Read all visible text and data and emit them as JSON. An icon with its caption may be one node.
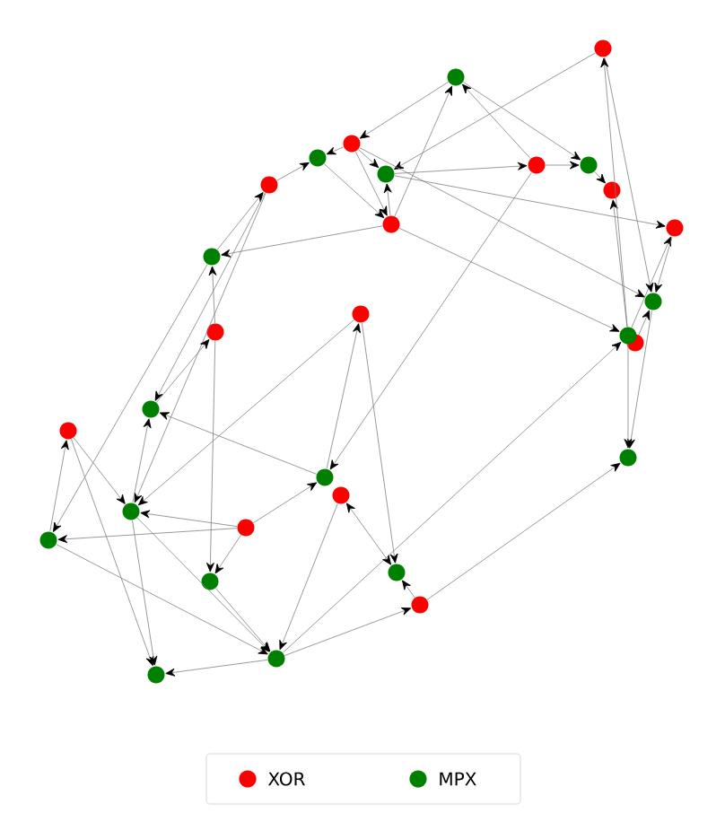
{
  "diagram": {
    "nodes": [
      {
        "text": [],
        "shape": "circle"
      },
      {
        "text": [],
        "shape": "circle"
      },
      {
        "text": [],
        "shape": "circle"
      },
      {
        "text": [],
        "shape": "circle"
      },
      {
        "text": [],
        "shape": "circle"
      },
      {
        "text": [],
        "shape": "circle"
      },
      {
        "text": [],
        "shape": "circle"
      },
      {
        "text": [],
        "shape": "circle"
      },
      {
        "text": [],
        "shape": "circle"
      },
      {
        "text": [],
        "shape": "circle"
      },
      {
        "text": [],
        "shape": "circle"
      },
      {
        "text": [],
        "shape": "circle"
      },
      {
        "text": [],
        "shape": "circle"
      },
      {
        "text": [],
        "shape": "circle"
      },
      {
        "text": [],
        "shape": "circle"
      },
      {
        "text": [],
        "shape": "circle"
      },
      {
        "text": [],
        "shape": "circle"
      },
      {
        "text": [],
        "shape": "circle"
      },
      {
        "text": [],
        "shape": "circle"
      },
      {
        "text": [],
        "shape": "circle"
      },
      {
        "text": [],
        "shape": "circle"
      },
      {
        "text": [],
        "shape": "circle"
      },
      {
        "text": [],
        "shape": "circle"
      },
      {
        "text": [],
        "shape": "circle"
      },
      {
        "text": [],
        "shape": "circle"
      },
      {
        "text": [],
        "shape": "circle"
      },
      {
        "text": [],
        "shape": "circle"
      },
      {
        "text": [],
        "shape": "circle"
      },
      {
        "text": [],
        "shape": "circle"
      },
      {
        "text": [],
        "shape": "circle"
      }
    ],
    "edges": [
      {
        "from": 1,
        "to": 2,
        "arrow": "to"
      },
      {
        "from": 2,
        "to": 6,
        "arrow": "to"
      },
      {
        "from": 0,
        "to": 6,
        "arrow": "to"
      },
      {
        "from": 6,
        "to": 4,
        "arrow": "to"
      },
      {
        "from": 4,
        "to": 1,
        "arrow": "to"
      },
      {
        "from": 9,
        "to": 1,
        "arrow": "to"
      },
      {
        "from": 2,
        "to": 9,
        "arrow": "to"
      },
      {
        "from": 9,
        "to": 6,
        "arrow": "to"
      },
      {
        "from": 4,
        "to": 5,
        "arrow": "to"
      },
      {
        "from": 1,
        "to": 5,
        "arrow": "to"
      },
      {
        "from": 5,
        "to": 8,
        "arrow": "to"
      },
      {
        "from": 6,
        "to": 10,
        "arrow": "to"
      },
      {
        "from": 16,
        "to": 10,
        "arrow": "to"
      },
      {
        "from": 9,
        "to": 16,
        "arrow": "to"
      },
      {
        "from": 2,
        "to": 12,
        "arrow": "to"
      },
      {
        "from": 16,
        "to": 8,
        "arrow": "to"
      },
      {
        "from": 0,
        "to": 12,
        "arrow": "to"
      },
      {
        "from": 16,
        "to": 0,
        "arrow": "to"
      },
      {
        "from": 10,
        "to": 12,
        "arrow": "to"
      },
      {
        "from": 12,
        "to": 19,
        "arrow": "to"
      },
      {
        "from": 16,
        "to": 19,
        "arrow": "to"
      },
      {
        "from": 27,
        "to": 19,
        "arrow": "to"
      },
      {
        "from": 28,
        "to": 16,
        "arrow": "to"
      },
      {
        "from": 2,
        "to": 3,
        "arrow": "to"
      },
      {
        "from": 7,
        "to": 3,
        "arrow": "to"
      },
      {
        "from": 3,
        "to": 9,
        "arrow": "to"
      },
      {
        "from": 11,
        "to": 7,
        "arrow": "to"
      },
      {
        "from": 9,
        "to": 11,
        "arrow": "to"
      },
      {
        "from": 11,
        "to": 24,
        "arrow": "to"
      },
      {
        "from": 7,
        "to": 17,
        "arrow": "to"
      },
      {
        "from": 7,
        "to": 22,
        "arrow": "to"
      },
      {
        "from": 17,
        "to": 14,
        "arrow": "to"
      },
      {
        "from": 14,
        "to": 11,
        "arrow": "to"
      },
      {
        "from": 24,
        "to": 18,
        "arrow": "to"
      },
      {
        "from": 18,
        "to": 22,
        "arrow": "to"
      },
      {
        "from": 18,
        "to": 29,
        "arrow": "to"
      },
      {
        "from": 22,
        "to": 17,
        "arrow": "to"
      },
      {
        "from": 20,
        "to": 17,
        "arrow": "to"
      },
      {
        "from": 13,
        "to": 22,
        "arrow": "to"
      },
      {
        "from": 20,
        "to": 13,
        "arrow": "to"
      },
      {
        "from": 23,
        "to": 22,
        "arrow": "to"
      },
      {
        "from": 23,
        "to": 26,
        "arrow": "to"
      },
      {
        "from": 23,
        "to": 24,
        "arrow": "to"
      },
      {
        "from": 14,
        "to": 26,
        "arrow": "to"
      },
      {
        "from": 22,
        "to": 28,
        "arrow": "to"
      },
      {
        "from": 24,
        "to": 28,
        "arrow": "to"
      },
      {
        "from": 26,
        "to": 28,
        "arrow": "to"
      },
      {
        "from": 22,
        "to": 29,
        "arrow": "to"
      },
      {
        "from": 28,
        "to": 29,
        "arrow": "to"
      },
      {
        "from": 21,
        "to": 28,
        "arrow": "to"
      },
      {
        "from": 28,
        "to": 27,
        "arrow": "to"
      },
      {
        "from": 25,
        "to": 21,
        "arrow": "both"
      },
      {
        "from": 13,
        "to": 25,
        "arrow": "to"
      },
      {
        "from": 27,
        "to": 25,
        "arrow": "to"
      },
      {
        "from": 4,
        "to": 20,
        "arrow": "to"
      },
      {
        "from": 23,
        "to": 20,
        "arrow": "to"
      },
      {
        "from": 15,
        "to": 12,
        "arrow": "to"
      }
    ],
    "legend": [
      {
        "text": "XOR",
        "color": "#ff0000"
      },
      {
        "text": "MPX",
        "color": "#008000"
      }
    ]
  }
}
